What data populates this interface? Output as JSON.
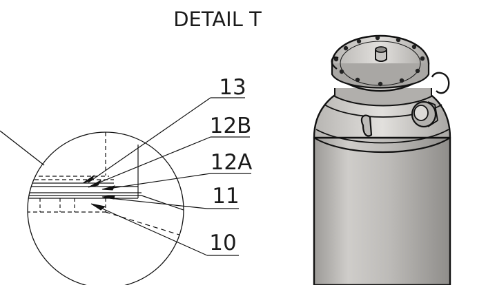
{
  "detail_title": "DETAIL T",
  "callouts": [
    {
      "id": "c13",
      "label": "13"
    },
    {
      "id": "c12b",
      "label": "12B"
    },
    {
      "id": "c12a",
      "label": "12A"
    },
    {
      "id": "c11",
      "label": "11"
    },
    {
      "id": "c10",
      "label": "10"
    }
  ],
  "colors": {
    "line": "#111111",
    "vessel_body": "#c9c7c4",
    "vessel_shadow": "#8a8885",
    "vessel_light": "#e6e4e1"
  }
}
